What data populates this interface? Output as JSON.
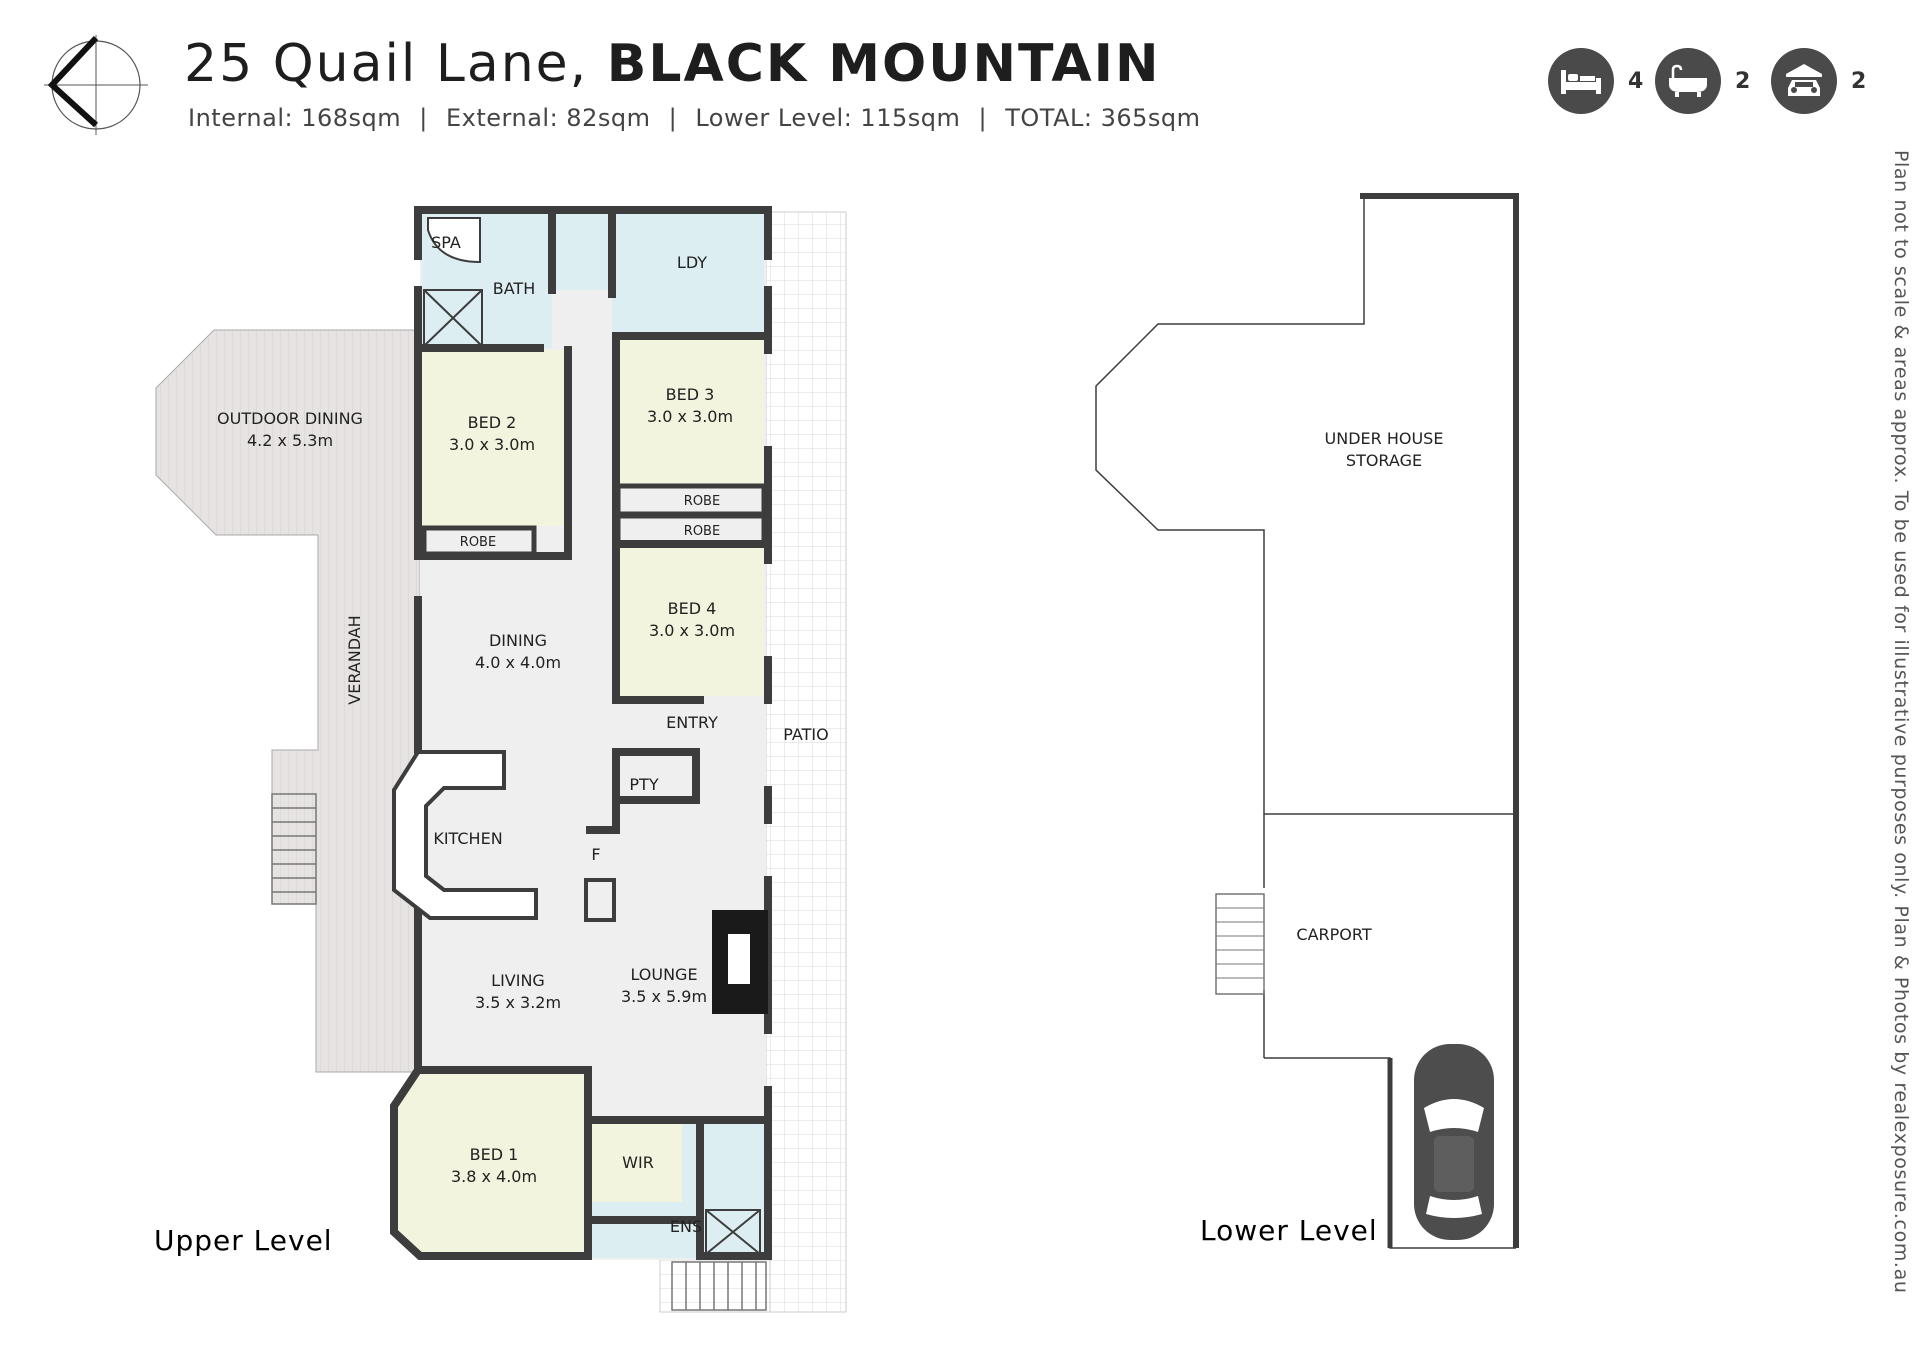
{
  "header": {
    "address": "25 Quail Lane,",
    "suburb": "BLACK MOUNTAIN",
    "internal": "Internal: 168sqm",
    "external": "External: 82sqm",
    "lower": "Lower Level: 115sqm",
    "total": "TOTAL: 365sqm",
    "separator": "|"
  },
  "features": [
    {
      "icon": "bed-icon",
      "count": "4"
    },
    {
      "icon": "bath-icon",
      "count": "2"
    },
    {
      "icon": "car-icon",
      "count": "2"
    }
  ],
  "disclaimer": "Plan not to scale & areas approx. To be used for illustrative purposes only. Plan & Photos by realexposure.com.au",
  "upper": {
    "level_label": "Upper Level",
    "spa": "SPA",
    "bath": "BATH",
    "laundry": "LDY",
    "outdoor_dining": {
      "name": "OUTDOOR DINING",
      "size": "4.2 x 5.3m"
    },
    "bed2": {
      "name": "BED 2",
      "size": "3.0 x 3.0m"
    },
    "bed3": {
      "name": "BED 3",
      "size": "3.0 x 3.0m"
    },
    "bed4": {
      "name": "BED 4",
      "size": "3.0 x 3.0m"
    },
    "robe": "ROBE",
    "dining": {
      "name": "DINING",
      "size": "4.0 x 4.0m"
    },
    "verandah": "VERANDAH",
    "entry": "ENTRY",
    "patio": "PATIO",
    "pantry": "PTY",
    "kitchen": "KITCHEN",
    "fridge": "F",
    "living": {
      "name": "LIVING",
      "size": "3.5 x 3.2m"
    },
    "lounge": {
      "name": "LOUNGE",
      "size": "3.5 x 5.9m"
    },
    "bed1": {
      "name": "BED 1",
      "size": "3.8 x 4.0m"
    },
    "wir": "WIR",
    "ensuite": "ENS"
  },
  "lower": {
    "level_label": "Lower Level",
    "storage_line1": "UNDER HOUSE",
    "storage_line2": "STORAGE",
    "carport": "CARPORT"
  }
}
